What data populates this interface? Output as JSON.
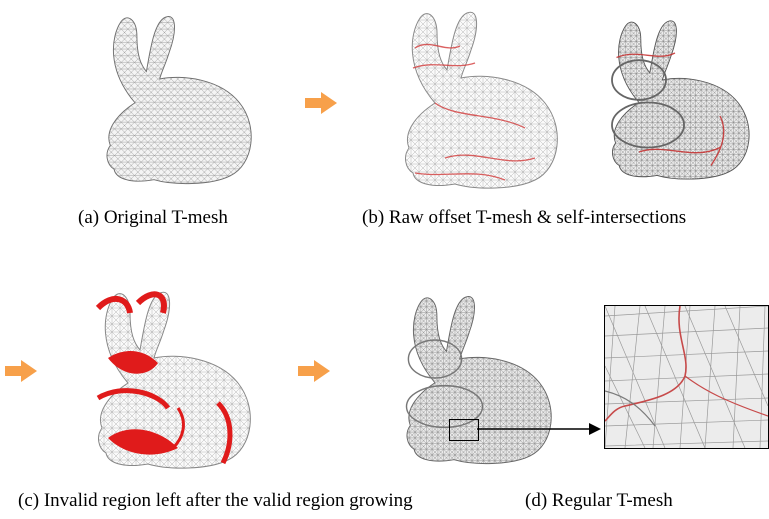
{
  "figure": {
    "captions": {
      "a": "(a) Original T-mesh",
      "b": "(b) Raw offset T-mesh & self-intersections",
      "c": "(c) Invalid region left after the valid region growing",
      "d": "(d) Regular T-mesh"
    },
    "colors": {
      "arrow": "#f7a04a",
      "mesh_gray": "#8a8a8a",
      "intersection_red": "#e01b1b",
      "zoom_bg": "#ececec"
    },
    "panels": [
      {
        "id": "a",
        "content": "bunny-mesh-gray-icon"
      },
      {
        "id": "b1",
        "content": "bunny-offset-wireframe-icon"
      },
      {
        "id": "b2",
        "content": "bunny-offset-darker-wireframe-icon"
      },
      {
        "id": "c",
        "content": "bunny-invalid-region-icon"
      },
      {
        "id": "d",
        "content": "bunny-regular-mesh-icon"
      },
      {
        "id": "zoom",
        "content": "zoomed-mesh-detail-icon"
      }
    ]
  }
}
